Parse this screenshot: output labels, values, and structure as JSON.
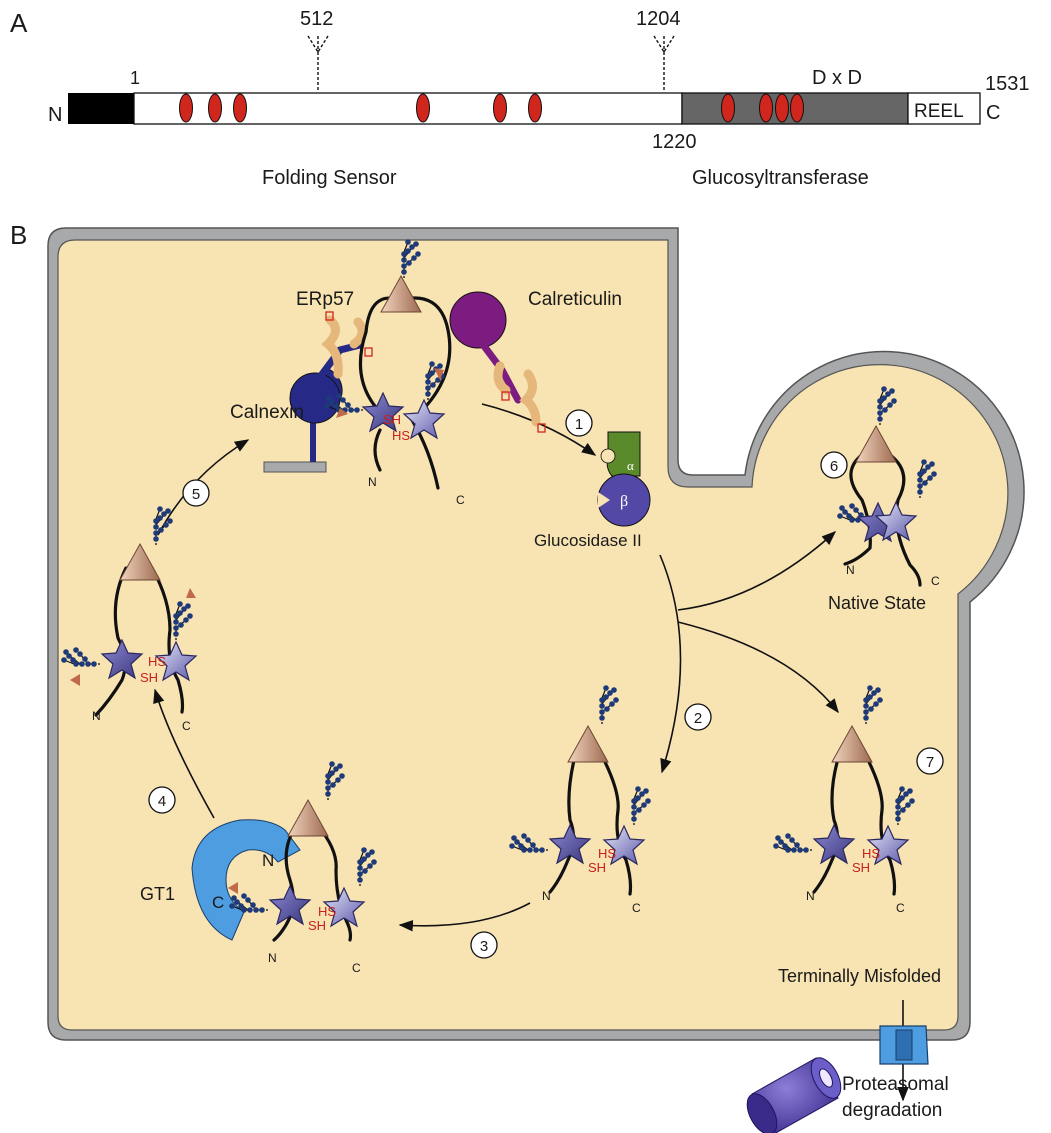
{
  "panel_a": {
    "letter": "A",
    "n_term": "N",
    "c_term": "C",
    "pos_start": "1",
    "pos_512": "512",
    "pos_1204": "1204",
    "pos_1220": "1220",
    "pos_end": "1531",
    "motif": "D x D",
    "reel": "REEL",
    "folding_sensor": "Folding Sensor",
    "glucosyltransferase": "Glucosyltransferase"
  },
  "panel_b": {
    "letter": "B",
    "erp57": "ERp57",
    "calreticulin": "Calreticulin",
    "calnexin": "Calnexin",
    "glucosidase": "Glucosidase II",
    "alpha": "α",
    "beta": "β",
    "native_state": "Native State",
    "terminally_misfolded": "Terminally Misfolded",
    "gt1": "GT1",
    "gt1_n": "N",
    "gt1_c": "C",
    "proteasomal": "Proteasomal",
    "degradation": "degradation",
    "hs": "HS",
    "sh": "SH",
    "n": "N",
    "c": "C",
    "steps": [
      "1",
      "2",
      "3",
      "4",
      "5",
      "6",
      "7"
    ]
  },
  "colors": {
    "er_fill": "#f8e3b3",
    "membrane": "#a8a9ab",
    "calnexin": "#262a86",
    "calreticulin": "#7c1c80",
    "glucosidase_alpha": "#5a8a2a",
    "glucosidase_beta": "#5448a6",
    "gt1": "#4d9de0",
    "red_motif": "#d0261e",
    "proteasome": "#4b3a9c"
  }
}
